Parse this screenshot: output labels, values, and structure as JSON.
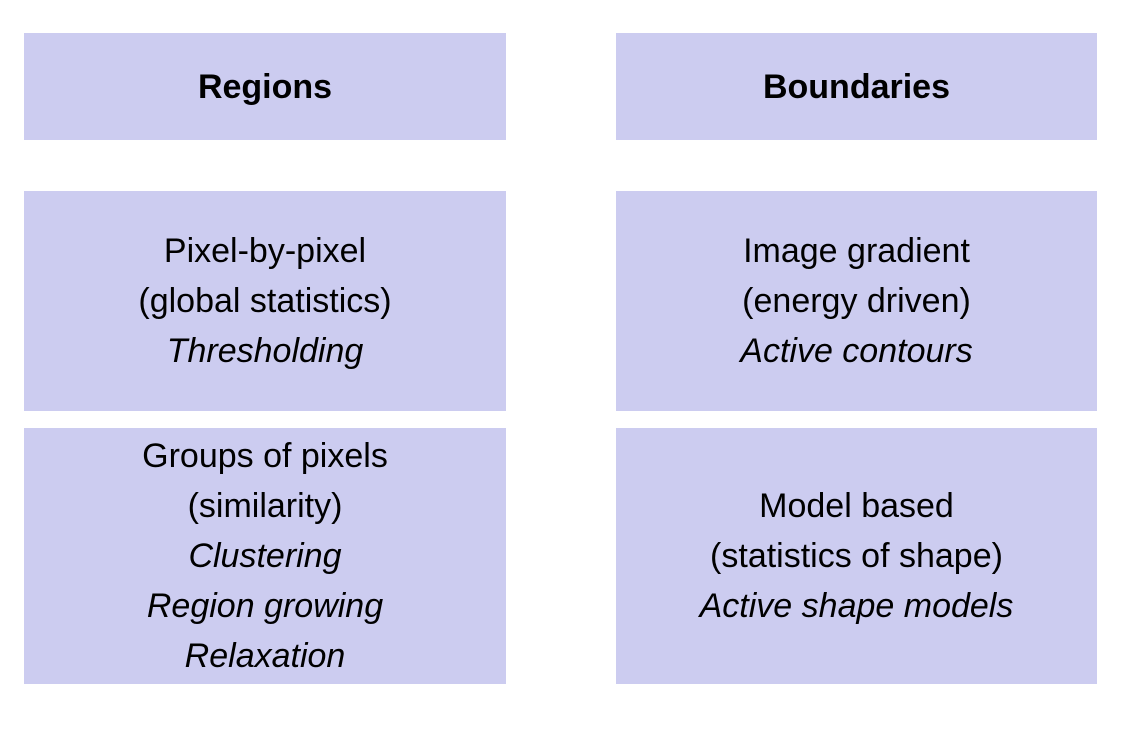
{
  "colors": {
    "box_fill": "#ccccf0",
    "background": "#ffffff",
    "text": "#000000"
  },
  "regions": {
    "header": "Regions",
    "pixel_box": {
      "lines": [
        "Pixel-by-pixel",
        "(global statistics)"
      ],
      "method": "Thresholding"
    },
    "groups_box": {
      "lines": [
        "Groups of pixels",
        "(similarity)"
      ],
      "methods": [
        "Clustering",
        "Region growing",
        "Relaxation"
      ]
    }
  },
  "boundaries": {
    "header": "Boundaries",
    "gradient_box": {
      "lines": [
        "Image gradient",
        "(energy driven)"
      ],
      "method": "Active contours"
    },
    "model_box": {
      "lines": [
        "Model based",
        "(statistics of shape)"
      ],
      "method": "Active shape models"
    }
  }
}
